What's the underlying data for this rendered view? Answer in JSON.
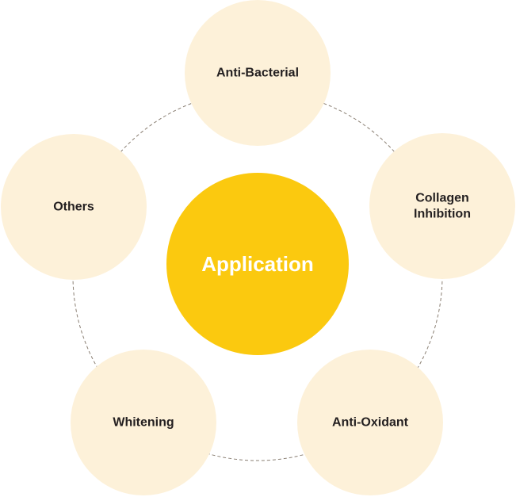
{
  "colors": {
    "background": "#ffffff",
    "center_fill": "#FBC90F",
    "center_text": "#ffffff",
    "node_fill": "#FDF1D9",
    "node_text": "#231F20",
    "ring_stroke": "#8A7F73"
  },
  "center": {
    "label": "Application"
  },
  "nodes": [
    {
      "id": "anti-bacterial",
      "lines": [
        "Anti-Bacterial"
      ]
    },
    {
      "id": "collagen-inhibition",
      "lines": [
        "Collagen",
        "Inhibition"
      ]
    },
    {
      "id": "anti-oxidant",
      "lines": [
        "Anti-Oxidant"
      ]
    },
    {
      "id": "whitening",
      "lines": [
        "Whitening"
      ]
    },
    {
      "id": "others",
      "lines": [
        "Others"
      ]
    }
  ]
}
